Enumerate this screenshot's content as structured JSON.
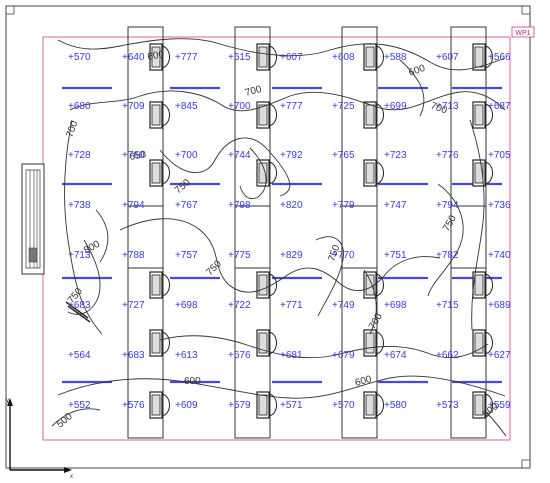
{
  "workplane_label": "WP1",
  "axis_labels": {
    "x": "x",
    "y": "y"
  },
  "illuminance_grid": [
    [
      "570",
      "640",
      "777",
      "615",
      "607",
      "608",
      "588",
      "607",
      "566"
    ],
    [
      "680",
      "709",
      "845",
      "700",
      "777",
      "725",
      "699",
      "713",
      "687"
    ],
    [
      "728",
      "760",
      "700",
      "744",
      "792",
      "765",
      "723",
      "776",
      "705"
    ],
    [
      "738",
      "794",
      "767",
      "798",
      "820",
      "779",
      "747",
      "794",
      "736"
    ],
    [
      "713",
      "788",
      "757",
      "775",
      "829",
      "770",
      "751",
      "782",
      "740"
    ],
    [
      "683",
      "727",
      "698",
      "722",
      "771",
      "749",
      "698",
      "715",
      "689"
    ],
    [
      "564",
      "683",
      "613",
      "676",
      "681",
      "679",
      "674",
      "662",
      "627"
    ],
    [
      "552",
      "576",
      "609",
      "579",
      "571",
      "570",
      "580",
      "573",
      "559"
    ]
  ],
  "isolines": [
    "600",
    "700",
    "700",
    "650",
    "600",
    "750",
    "800",
    "750",
    "750",
    "750",
    "750",
    "700",
    "600",
    "500",
    "700",
    "600",
    "500"
  ]
}
